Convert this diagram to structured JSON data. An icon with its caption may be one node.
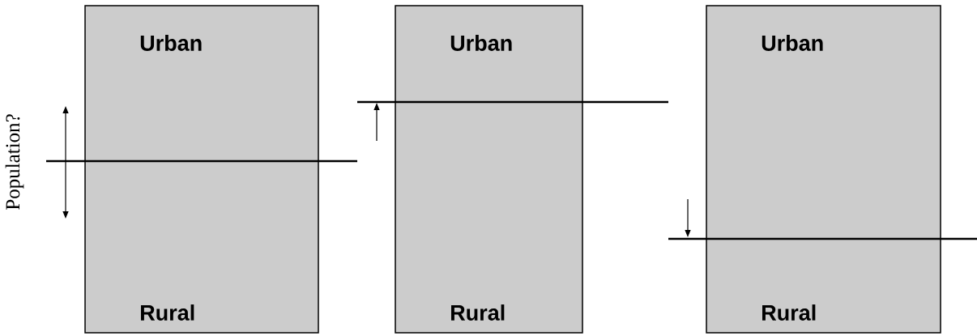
{
  "diagram": {
    "nodes": [
      {
        "text": [
          "Urban",
          "Rural"
        ]
      },
      {
        "text": [
          "Urban",
          "Rural"
        ]
      },
      {
        "text": [
          "Urban",
          "Rural"
        ]
      }
    ],
    "labels": [
      "Population?"
    ]
  }
}
